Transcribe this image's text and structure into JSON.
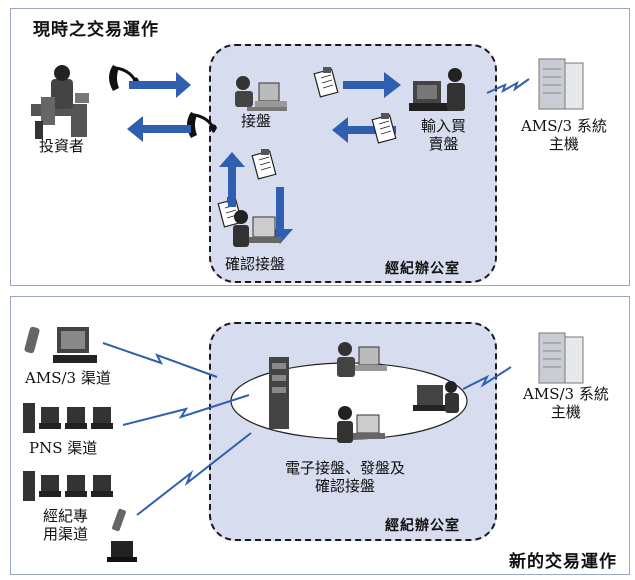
{
  "top": {
    "title": "現時之交易運作",
    "investor": "投資者",
    "receive_order": "接盤",
    "input_line1": "輸入買",
    "input_line2": "賣盤",
    "confirm": "確認接盤",
    "ams_line1": "AMS/3 系統",
    "ams_line2": "主機",
    "office": "經紀辦公室"
  },
  "bottom": {
    "title": "新的交易運作",
    "ams_channel": "AMS/3 渠道",
    "pns_channel": "PNS 渠道",
    "broker_line1": "經紀專",
    "broker_line2": "用渠道",
    "center_line1": "電子接盤、發盤及",
    "center_line2": "確認接盤",
    "ams_line1": "AMS/3 系統",
    "ams_line2": "主機",
    "office": "經紀辦公室"
  },
  "colors": {
    "arrow": "#2f5fae",
    "office_fill": "#d8dcef",
    "border": "#9aa6c4"
  }
}
